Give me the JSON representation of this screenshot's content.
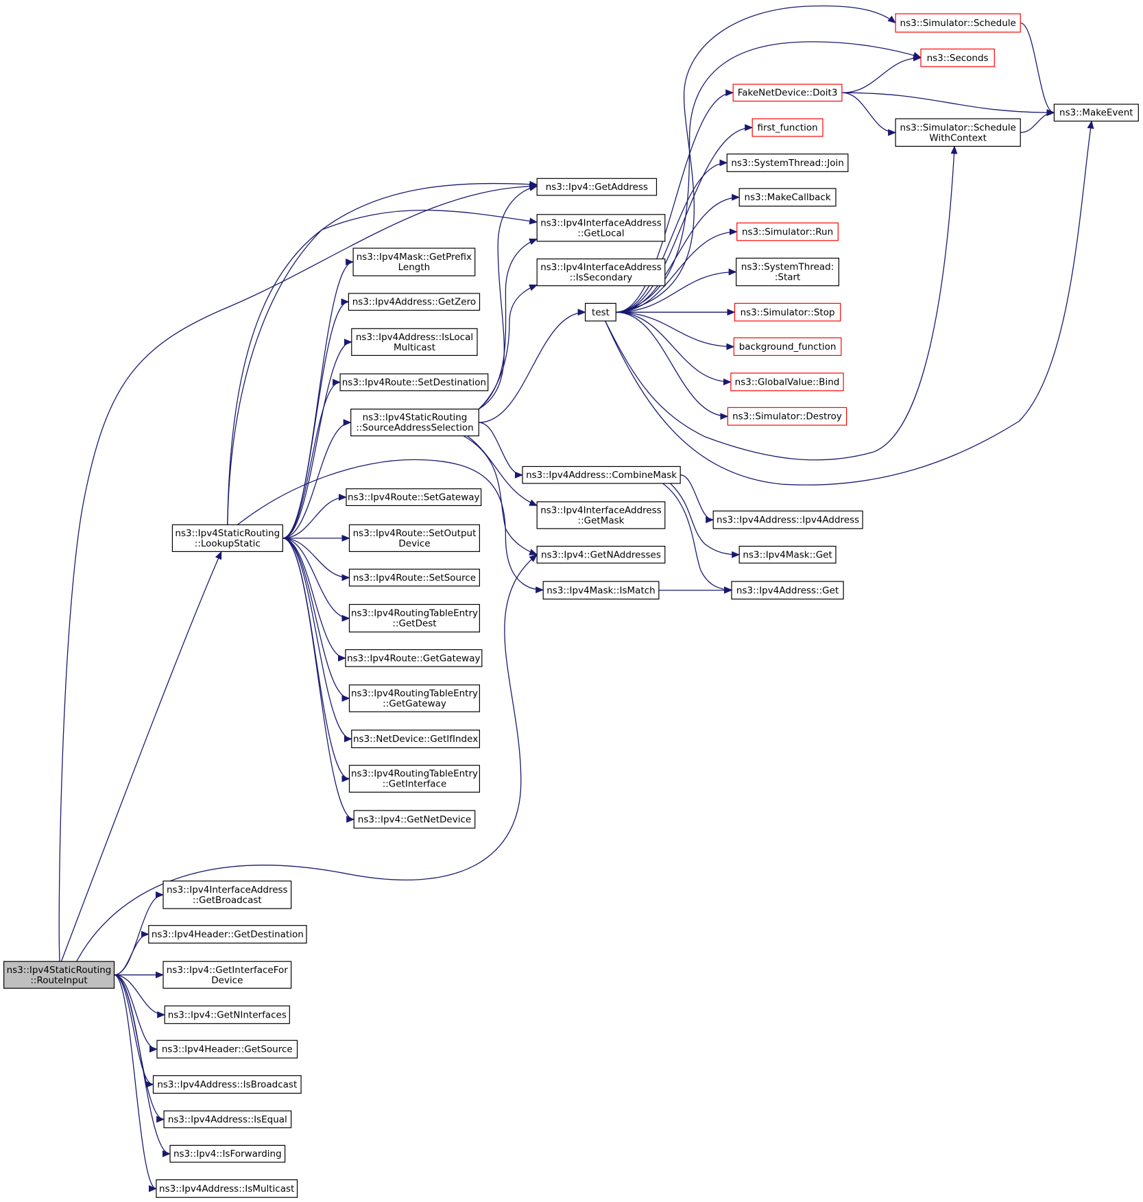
{
  "colors": {
    "edge": "#191970",
    "root_fill": "#bfbfbf",
    "node_border": "#000000",
    "truncated_border": "#ff0000"
  },
  "nodes": {
    "routeinput": {
      "lines": [
        "ns3::Ipv4StaticRouting",
        "::RouteInput"
      ],
      "style": "root"
    },
    "lookupstatic": {
      "lines": [
        "ns3::Ipv4StaticRouting",
        "::LookupStatic"
      ],
      "style": "normal"
    },
    "ifa_getbroadcast": {
      "lines": [
        "ns3::Ipv4InterfaceAddress",
        "::GetBroadcast"
      ],
      "style": "normal"
    },
    "hdr_getdestination": {
      "lines": [
        "ns3::Ipv4Header::GetDestination"
      ],
      "style": "normal"
    },
    "ipv4_getinterfacefordevice": {
      "lines": [
        "ns3::Ipv4::GetInterfaceFor",
        "Device"
      ],
      "style": "normal"
    },
    "ipv4_getninterfaces": {
      "lines": [
        "ns3::Ipv4::GetNInterfaces"
      ],
      "style": "normal"
    },
    "hdr_getsource": {
      "lines": [
        "ns3::Ipv4Header::GetSource"
      ],
      "style": "normal"
    },
    "addr_isbroadcast": {
      "lines": [
        "ns3::Ipv4Address::IsBroadcast"
      ],
      "style": "normal"
    },
    "addr_isequal": {
      "lines": [
        "ns3::Ipv4Address::IsEqual"
      ],
      "style": "normal"
    },
    "ipv4_isforwarding": {
      "lines": [
        "ns3::Ipv4::IsForwarding"
      ],
      "style": "normal"
    },
    "addr_ismulticast": {
      "lines": [
        "ns3::Ipv4Address::IsMulticast"
      ],
      "style": "normal"
    },
    "ipv4_getaddress": {
      "lines": [
        "ns3::Ipv4::GetAddress"
      ],
      "style": "normal"
    },
    "ifa_getlocal": {
      "lines": [
        "ns3::Ipv4InterfaceAddress",
        "::GetLocal"
      ],
      "style": "normal"
    },
    "mask_getprefixlength": {
      "lines": [
        "ns3::Ipv4Mask::GetPrefix",
        "Length"
      ],
      "style": "normal"
    },
    "addr_getzero": {
      "lines": [
        "ns3::Ipv4Address::GetZero"
      ],
      "style": "normal"
    },
    "addr_islocalmulticast": {
      "lines": [
        "ns3::Ipv4Address::IsLocal",
        "Multicast"
      ],
      "style": "normal"
    },
    "route_setdestination": {
      "lines": [
        "ns3::Ipv4Route::SetDestination"
      ],
      "style": "normal"
    },
    "sourceaddressselection": {
      "lines": [
        "ns3::Ipv4StaticRouting",
        "::SourceAddressSelection"
      ],
      "style": "normal"
    },
    "route_setgateway": {
      "lines": [
        "ns3::Ipv4Route::SetGateway"
      ],
      "style": "normal"
    },
    "route_setoutputdevice": {
      "lines": [
        "ns3::Ipv4Route::SetOutput",
        "Device"
      ],
      "style": "normal"
    },
    "route_setsource": {
      "lines": [
        "ns3::Ipv4Route::SetSource"
      ],
      "style": "normal"
    },
    "rte_getdest": {
      "lines": [
        "ns3::Ipv4RoutingTableEntry",
        "::GetDest"
      ],
      "style": "normal"
    },
    "route_getgateway": {
      "lines": [
        "ns3::Ipv4Route::GetGateway"
      ],
      "style": "normal"
    },
    "rte_getgateway": {
      "lines": [
        "ns3::Ipv4RoutingTableEntry",
        "::GetGateway"
      ],
      "style": "normal"
    },
    "netdevice_getifindex": {
      "lines": [
        "ns3::NetDevice::GetIfIndex"
      ],
      "style": "normal"
    },
    "rte_getinterface": {
      "lines": [
        "ns3::Ipv4RoutingTableEntry",
        "::GetInterface"
      ],
      "style": "normal"
    },
    "ipv4_getnetdevice": {
      "lines": [
        "ns3::Ipv4::GetNetDevice"
      ],
      "style": "normal"
    },
    "ifa_issecondary": {
      "lines": [
        "ns3::Ipv4InterfaceAddress",
        "::IsSecondary"
      ],
      "style": "normal"
    },
    "test": {
      "lines": [
        "test"
      ],
      "style": "normal"
    },
    "addr_combinemask": {
      "lines": [
        "ns3::Ipv4Address::CombineMask"
      ],
      "style": "normal"
    },
    "ifa_getmask": {
      "lines": [
        "ns3::Ipv4InterfaceAddress",
        "::GetMask"
      ],
      "style": "normal"
    },
    "ipv4_getnaddresses": {
      "lines": [
        "ns3::Ipv4::GetNAddresses"
      ],
      "style": "normal"
    },
    "mask_ismatch": {
      "lines": [
        "ns3::Ipv4Mask::IsMatch"
      ],
      "style": "normal"
    },
    "sim_schedule": {
      "lines": [
        "ns3::Simulator::Schedule"
      ],
      "style": "red"
    },
    "seconds": {
      "lines": [
        "ns3::Seconds"
      ],
      "style": "red"
    },
    "doit3": {
      "lines": [
        "FakeNetDevice::Doit3"
      ],
      "style": "red"
    },
    "first_function": {
      "lines": [
        "first_function"
      ],
      "style": "red"
    },
    "systhread_join": {
      "lines": [
        "ns3::SystemThread::Join"
      ],
      "style": "normal"
    },
    "makecallback": {
      "lines": [
        "ns3::MakeCallback"
      ],
      "style": "normal"
    },
    "sim_run": {
      "lines": [
        "ns3::Simulator::Run"
      ],
      "style": "red"
    },
    "systhread_start": {
      "lines": [
        "ns3::SystemThread:",
        ":Start"
      ],
      "style": "normal"
    },
    "sim_stop": {
      "lines": [
        "ns3::Simulator::Stop"
      ],
      "style": "red"
    },
    "background_function": {
      "lines": [
        "background_function"
      ],
      "style": "red"
    },
    "globalvalue_bind": {
      "lines": [
        "ns3::GlobalValue::Bind"
      ],
      "style": "red"
    },
    "sim_destroy": {
      "lines": [
        "ns3::Simulator::Destroy"
      ],
      "style": "red"
    },
    "sim_schedulewithcontext": {
      "lines": [
        "ns3::Simulator::Schedule",
        "WithContext"
      ],
      "style": "normal"
    },
    "makeevent": {
      "lines": [
        "ns3::MakeEvent"
      ],
      "style": "normal"
    },
    "addr_ipv4address": {
      "lines": [
        "ns3::Ipv4Address::Ipv4Address"
      ],
      "style": "normal"
    },
    "mask_get": {
      "lines": [
        "ns3::Ipv4Mask::Get"
      ],
      "style": "normal"
    },
    "addr_get": {
      "lines": [
        "ns3::Ipv4Address::Get"
      ],
      "style": "normal"
    }
  },
  "edges": [
    [
      "routeinput",
      "ipv4_getaddress"
    ],
    [
      "routeinput",
      "lookupstatic"
    ],
    [
      "routeinput",
      "ipv4_getnaddresses"
    ],
    [
      "routeinput",
      "ifa_getbroadcast"
    ],
    [
      "routeinput",
      "hdr_getdestination"
    ],
    [
      "routeinput",
      "ipv4_getinterfacefordevice"
    ],
    [
      "routeinput",
      "ipv4_getninterfaces"
    ],
    [
      "routeinput",
      "hdr_getsource"
    ],
    [
      "routeinput",
      "addr_isbroadcast"
    ],
    [
      "routeinput",
      "addr_isequal"
    ],
    [
      "routeinput",
      "ipv4_isforwarding"
    ],
    [
      "routeinput",
      "addr_ismulticast"
    ],
    [
      "lookupstatic",
      "ipv4_getaddress"
    ],
    [
      "lookupstatic",
      "ifa_getlocal"
    ],
    [
      "lookupstatic",
      "mask_getprefixlength"
    ],
    [
      "lookupstatic",
      "addr_getzero"
    ],
    [
      "lookupstatic",
      "addr_islocalmulticast"
    ],
    [
      "lookupstatic",
      "route_setdestination"
    ],
    [
      "lookupstatic",
      "sourceaddressselection"
    ],
    [
      "lookupstatic",
      "mask_ismatch"
    ],
    [
      "lookupstatic",
      "route_setgateway"
    ],
    [
      "lookupstatic",
      "route_setoutputdevice"
    ],
    [
      "lookupstatic",
      "route_setsource"
    ],
    [
      "lookupstatic",
      "rte_getdest"
    ],
    [
      "lookupstatic",
      "route_getgateway"
    ],
    [
      "lookupstatic",
      "rte_getgateway"
    ],
    [
      "lookupstatic",
      "netdevice_getifindex"
    ],
    [
      "lookupstatic",
      "rte_getinterface"
    ],
    [
      "lookupstatic",
      "ipv4_getnetdevice"
    ],
    [
      "sourceaddressselection",
      "ipv4_getaddress"
    ],
    [
      "sourceaddressselection",
      "ifa_getlocal"
    ],
    [
      "sourceaddressselection",
      "ifa_issecondary"
    ],
    [
      "sourceaddressselection",
      "test"
    ],
    [
      "sourceaddressselection",
      "addr_combinemask"
    ],
    [
      "sourceaddressselection",
      "ifa_getmask"
    ],
    [
      "sourceaddressselection",
      "ipv4_getnaddresses"
    ],
    [
      "test",
      "sim_schedule"
    ],
    [
      "test",
      "seconds"
    ],
    [
      "test",
      "doit3"
    ],
    [
      "test",
      "first_function"
    ],
    [
      "test",
      "systhread_join"
    ],
    [
      "test",
      "makecallback"
    ],
    [
      "test",
      "sim_run"
    ],
    [
      "test",
      "systhread_start"
    ],
    [
      "test",
      "sim_stop"
    ],
    [
      "test",
      "background_function"
    ],
    [
      "test",
      "globalvalue_bind"
    ],
    [
      "test",
      "sim_destroy"
    ],
    [
      "test",
      "sim_schedulewithcontext"
    ],
    [
      "test",
      "makeevent"
    ],
    [
      "doit3",
      "seconds"
    ],
    [
      "doit3",
      "sim_schedulewithcontext"
    ],
    [
      "doit3",
      "makeevent"
    ],
    [
      "sim_schedule",
      "makeevent"
    ],
    [
      "sim_schedulewithcontext",
      "makeevent"
    ],
    [
      "addr_combinemask",
      "addr_ipv4address"
    ],
    [
      "addr_combinemask",
      "mask_get"
    ],
    [
      "addr_combinemask",
      "addr_get"
    ],
    [
      "mask_ismatch",
      "addr_get"
    ]
  ]
}
